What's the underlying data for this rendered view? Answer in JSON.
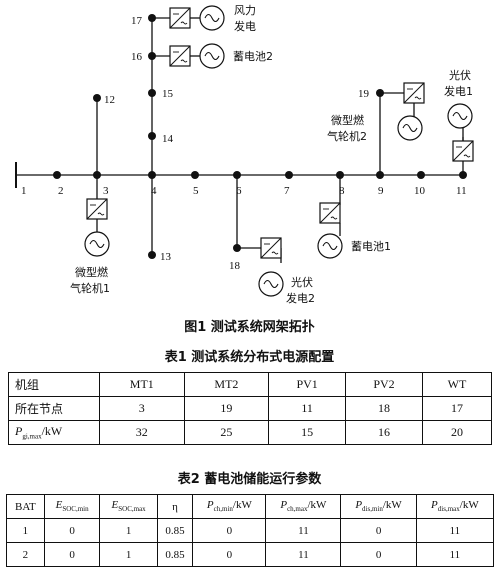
{
  "nodes": [
    "1",
    "2",
    "3",
    "4",
    "5",
    "6",
    "7",
    "8",
    "9",
    "10",
    "11",
    "12",
    "13",
    "14",
    "15",
    "16",
    "17",
    "18",
    "19"
  ],
  "sources": {
    "wind": [
      "风力",
      "发电"
    ],
    "battery2": "蓄电池2",
    "mt2": [
      "微型燃",
      "气轮机2"
    ],
    "pv1": [
      "光伏",
      "发电1"
    ],
    "mt1": [
      "微型燃",
      "气轮机1"
    ],
    "pv2": [
      "光伏",
      "发电2"
    ],
    "battery1": "蓄电池1"
  },
  "figure_caption": "图1    测试系统网架拓扑",
  "table1": {
    "caption": "表1    测试系统分布式电源配置",
    "header": [
      "机组",
      "MT1",
      "MT2",
      "PV1",
      "PV2",
      "WT"
    ],
    "row_node": [
      "所在节点",
      "3",
      "19",
      "11",
      "18",
      "17"
    ],
    "row_power_label": {
      "main": "P",
      "sub": "gi,max",
      "unit": "/kW"
    },
    "row_power": [
      "32",
      "25",
      "15",
      "16",
      "20"
    ]
  },
  "table2": {
    "caption": "表2    蓄电池储能运行参数",
    "header": [
      {
        "main": "BAT",
        "sub": "",
        "unit": ""
      },
      {
        "main": "E",
        "sub": "SOC,min",
        "unit": ""
      },
      {
        "main": "E",
        "sub": "SOC,max",
        "unit": ""
      },
      {
        "main": "η",
        "sub": "",
        "unit": ""
      },
      {
        "main": "P",
        "sub": "ch,min",
        "unit": "/kW"
      },
      {
        "main": "P",
        "sub": "ch,max",
        "unit": "/kW"
      },
      {
        "main": "P",
        "sub": "dis,min",
        "unit": "/kW"
      },
      {
        "main": "P",
        "sub": "dis,max",
        "unit": "/kW"
      }
    ],
    "rows": [
      [
        "1",
        "0",
        "1",
        "0.85",
        "0",
        "11",
        "0",
        "11"
      ],
      [
        "2",
        "0",
        "1",
        "0.85",
        "0",
        "11",
        "0",
        "11"
      ]
    ]
  }
}
